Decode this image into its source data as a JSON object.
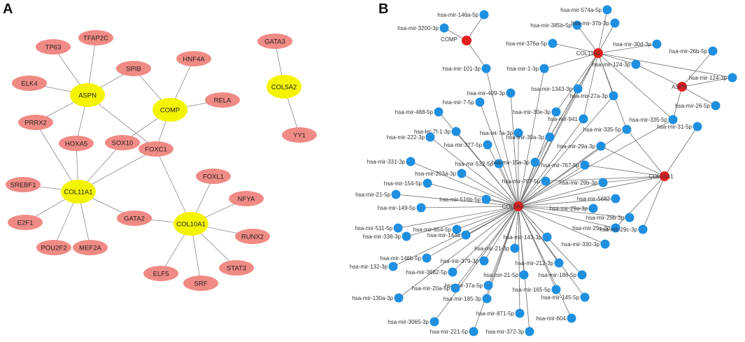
{
  "panels": {
    "a": {
      "letter": "A",
      "hubs": [
        {
          "id": "ASPN",
          "label": "ASPN"
        },
        {
          "id": "COMP",
          "label": "COMP"
        },
        {
          "id": "COL5A2",
          "label": "COL5A2"
        },
        {
          "id": "COL11A1",
          "label": "COL11A1"
        },
        {
          "id": "COL10A1",
          "label": "COL10A1"
        }
      ],
      "tfs": [
        {
          "id": "TP63",
          "label": "TP63"
        },
        {
          "id": "TFAP2C",
          "label": "TFAP2C"
        },
        {
          "id": "SPIB",
          "label": "SPIB"
        },
        {
          "id": "HNF4A",
          "label": "HNF4A"
        },
        {
          "id": "GATA3",
          "label": "GATA3"
        },
        {
          "id": "ELK4",
          "label": "ELK4"
        },
        {
          "id": "RELA",
          "label": "RELA"
        },
        {
          "id": "PRRX2",
          "label": "PRRX2"
        },
        {
          "id": "HOXA5",
          "label": "HOXA5"
        },
        {
          "id": "SOX10",
          "label": "SOX10"
        },
        {
          "id": "FOXC1",
          "label": "FOXC1"
        },
        {
          "id": "YY1",
          "label": "YY1"
        },
        {
          "id": "SREBF1",
          "label": "SREBF1"
        },
        {
          "id": "FOXL1",
          "label": "FOXL1"
        },
        {
          "id": "NFYA",
          "label": "NFYA"
        },
        {
          "id": "E2F1",
          "label": "E2F1"
        },
        {
          "id": "GATA2",
          "label": "GATA2"
        },
        {
          "id": "RUNX2",
          "label": "RUNX2"
        },
        {
          "id": "POU2F2",
          "label": "POU2F2"
        },
        {
          "id": "MEF2A",
          "label": "MEF2A"
        },
        {
          "id": "STAT3",
          "label": "STAT3"
        },
        {
          "id": "ELF5",
          "label": "ELF5"
        },
        {
          "id": "SRF",
          "label": "SRF"
        }
      ],
      "edges": [
        [
          "ASPN",
          "TP63"
        ],
        [
          "ASPN",
          "TFAP2C"
        ],
        [
          "ASPN",
          "SPIB"
        ],
        [
          "ASPN",
          "ELK4"
        ],
        [
          "ASPN",
          "PRRX2"
        ],
        [
          "ASPN",
          "HOXA5"
        ],
        [
          "ASPN",
          "FOXC1"
        ],
        [
          "COMP",
          "SPIB"
        ],
        [
          "COMP",
          "HNF4A"
        ],
        [
          "COMP",
          "RELA"
        ],
        [
          "COMP",
          "SOX10"
        ],
        [
          "COMP",
          "FOXC1"
        ],
        [
          "COL5A2",
          "GATA3"
        ],
        [
          "COL5A2",
          "YY1"
        ],
        [
          "COL11A1",
          "PRRX2"
        ],
        [
          "COL11A1",
          "HOXA5"
        ],
        [
          "COL11A1",
          "SOX10"
        ],
        [
          "COL11A1",
          "FOXC1"
        ],
        [
          "COL11A1",
          "SREBF1"
        ],
        [
          "COL11A1",
          "E2F1"
        ],
        [
          "COL11A1",
          "POU2F2"
        ],
        [
          "COL11A1",
          "MEF2A"
        ],
        [
          "COL11A1",
          "GATA2"
        ],
        [
          "COL10A1",
          "FOXC1"
        ],
        [
          "COL10A1",
          "FOXL1"
        ],
        [
          "COL10A1",
          "NFYA"
        ],
        [
          "COL10A1",
          "GATA2"
        ],
        [
          "COL10A1",
          "RUNX2"
        ],
        [
          "COL10A1",
          "STAT3"
        ],
        [
          "COL10A1",
          "SRF"
        ],
        [
          "COL10A1",
          "ELF5"
        ]
      ]
    },
    "b": {
      "letter": "B",
      "hubs": [
        {
          "id": "COMP",
          "label": "COMP"
        },
        {
          "id": "COL11A1",
          "label": "COL11A1"
        },
        {
          "id": "ASPN",
          "label": "ASPN"
        },
        {
          "id": "COL10A1",
          "label": "COL10A1"
        },
        {
          "id": "COL5A2",
          "label": "COL5A2"
        }
      ],
      "mirnas": [
        {
          "id": "m01",
          "label": "hsa-mir-146a-5p"
        },
        {
          "id": "m02",
          "label": "hsa-mir-574a-5p"
        },
        {
          "id": "m03",
          "label": "hsa-mir-3200-3p"
        },
        {
          "id": "m04",
          "label": "hsa-mir-385b-5p"
        },
        {
          "id": "m05",
          "label": "hsa-mir-37b-3p"
        },
        {
          "id": "m06",
          "label": "hsa-mir-30d-3p"
        },
        {
          "id": "m07",
          "label": "hsa-mir-376a-5p"
        },
        {
          "id": "m08",
          "label": "hsa-mir-26b-5p"
        },
        {
          "id": "m09",
          "label": "hsa-mir-124-3p"
        },
        {
          "id": "m10",
          "label": "hsa-mir-101-3p"
        },
        {
          "id": "m11",
          "label": "hsa-mir-1-3p"
        },
        {
          "id": "m12",
          "label": "hsa-mir-124-3p"
        },
        {
          "id": "m13",
          "label": "hsa-mir-409-3p"
        },
        {
          "id": "m14",
          "label": "hsa-mir-1343-3p"
        },
        {
          "id": "m15",
          "label": "hsa-mir-27a-3p"
        },
        {
          "id": "m16",
          "label": "hsa-mir-7-5p"
        },
        {
          "id": "m17",
          "label": "hsa-mir-26-5p"
        },
        {
          "id": "m18",
          "label": "hsa-mir-488-5p"
        },
        {
          "id": "m19",
          "label": "hsa-mir-30e-3p"
        },
        {
          "id": "m20",
          "label": "hsa-mir-941"
        },
        {
          "id": "m21",
          "label": "hsa-mir-335-5p"
        },
        {
          "id": "m22",
          "label": "hsa-let-7f-1-3p"
        },
        {
          "id": "m23",
          "label": "hsa-let-7a-3p"
        },
        {
          "id": "m24",
          "label": "hsa-mir-335-5p"
        },
        {
          "id": "m25",
          "label": "hsa-mir-31-5p"
        },
        {
          "id": "m26",
          "label": "hsa-mir-222-3p"
        },
        {
          "id": "m27",
          "label": "hsa-mir-377-5p"
        },
        {
          "id": "m28",
          "label": "hsa-mir-30a-3p"
        },
        {
          "id": "m29",
          "label": "hsa-mir-29a-3p"
        },
        {
          "id": "m30",
          "label": "hsa-mir-331-3p"
        },
        {
          "id": "m31",
          "label": "hsa-mir-532-5p"
        },
        {
          "id": "m32",
          "label": "hsa-mir-15a-3p"
        },
        {
          "id": "m33",
          "label": "hsa-mir-767-5p"
        },
        {
          "id": "m34",
          "label": "hsa-mir-203a-3p"
        },
        {
          "id": "m35",
          "label": "hsa-mir-154-5p"
        },
        {
          "id": "m36",
          "label": "hsa-mir-767-5p"
        },
        {
          "id": "m37",
          "label": "hsa-mir-29b-3p"
        },
        {
          "id": "m38",
          "label": "hsa-mir-21-5p"
        },
        {
          "id": "m39",
          "label": "hsa-mir-516b-5p"
        },
        {
          "id": "m40",
          "label": "hsa-mir-5682"
        },
        {
          "id": "m41",
          "label": "hsa-mir-149-5p"
        },
        {
          "id": "m42",
          "label": "hsa-mir-29a-3p"
        },
        {
          "id": "m43",
          "label": "hsa-mir-29b-3p"
        },
        {
          "id": "m44",
          "label": "hsa-mir-511-5p"
        },
        {
          "id": "m45",
          "label": "hsa-mir-654-5p"
        },
        {
          "id": "m46",
          "label": "hsa-mir-29c-3p"
        },
        {
          "id": "m47",
          "label": "hsa-mir-29c-3p"
        },
        {
          "id": "m48",
          "label": "hsa-mir-338-3p"
        },
        {
          "id": "m49",
          "label": "hsa-mir-144a"
        },
        {
          "id": "m50",
          "label": "hsa-mir-143-3p"
        },
        {
          "id": "m51",
          "label": "hsa-mir-330-3p"
        },
        {
          "id": "m52",
          "label": "hsa-mir-21-3p"
        },
        {
          "id": "m53",
          "label": "hsa-mir-146b-5p"
        },
        {
          "id": "m54",
          "label": "hsa-mir-379-3p"
        },
        {
          "id": "m55",
          "label": "hsa-mir-212-3p"
        },
        {
          "id": "m56",
          "label": "hsa-mir-132-3p"
        },
        {
          "id": "m57",
          "label": "hsa-mir-3682-5p"
        },
        {
          "id": "m58",
          "label": "hsa-mir-186-5p"
        },
        {
          "id": "m59",
          "label": "hsa-mir-21-5p"
        },
        {
          "id": "m60",
          "label": "hsa-mir-37a-5p"
        },
        {
          "id": "m61",
          "label": "hsa-mir-20a-5p"
        },
        {
          "id": "m62",
          "label": "hsa-mir-165-5p"
        },
        {
          "id": "m63",
          "label": "hsa-mir-145-5p"
        },
        {
          "id": "m64",
          "label": "hsa-mir-130a-3p"
        },
        {
          "id": "m65",
          "label": "hsa-mir-185-3p"
        },
        {
          "id": "m66",
          "label": "hsa-mir-871-5p"
        },
        {
          "id": "m67",
          "label": "hsa-mir-604"
        },
        {
          "id": "m68",
          "label": "hsa-mir-3065-3p"
        },
        {
          "id": "m69",
          "label": "hsa-mir-221-5p"
        },
        {
          "id": "m70",
          "label": "hsa-mir-372-3p"
        }
      ],
      "edges": [
        [
          "COMP",
          "m01"
        ],
        [
          "COMP",
          "m03"
        ],
        [
          "COMP",
          "m10"
        ],
        [
          "COL11A1",
          "m02"
        ],
        [
          "COL11A1",
          "m04"
        ],
        [
          "COL11A1",
          "m05"
        ],
        [
          "COL11A1",
          "m06"
        ],
        [
          "COL11A1",
          "m07"
        ],
        [
          "COL11A1",
          "m11"
        ],
        [
          "COL11A1",
          "m09"
        ],
        [
          "COL11A1",
          "m14"
        ],
        [
          "COL11A1",
          "m15"
        ],
        [
          "COL11A1",
          "m19"
        ],
        [
          "COL11A1",
          "m20"
        ],
        [
          "COL11A1",
          "m21"
        ],
        [
          "COL11A1",
          "m28"
        ],
        [
          "COL11A1",
          "m32"
        ],
        [
          "COL11A1",
          "m12"
        ],
        [
          "COL11A1",
          "m24"
        ],
        [
          "ASPN",
          "m08"
        ],
        [
          "ASPN",
          "m12"
        ],
        [
          "ASPN",
          "m17"
        ],
        [
          "ASPN",
          "m21"
        ],
        [
          "ASPN",
          "m09"
        ],
        [
          "COL10A1",
          "m24"
        ],
        [
          "COL10A1",
          "m25"
        ],
        [
          "COL10A1",
          "m29"
        ],
        [
          "COL10A1",
          "m33"
        ],
        [
          "COL10A1",
          "m37"
        ],
        [
          "COL10A1",
          "m46"
        ],
        [
          "COL10A1",
          "m47"
        ],
        [
          "COL10A1",
          "m36"
        ],
        [
          "COL5A2",
          "m10"
        ],
        [
          "COL5A2",
          "m11"
        ],
        [
          "COL5A2",
          "m13"
        ],
        [
          "COL5A2",
          "m14"
        ],
        [
          "COL5A2",
          "m15"
        ],
        [
          "COL5A2",
          "m16"
        ],
        [
          "COL5A2",
          "m18"
        ],
        [
          "COL5A2",
          "m19"
        ],
        [
          "COL5A2",
          "m20"
        ],
        [
          "COL5A2",
          "m22"
        ],
        [
          "COL5A2",
          "m23"
        ],
        [
          "COL5A2",
          "m26"
        ],
        [
          "COL5A2",
          "m27"
        ],
        [
          "COL5A2",
          "m28"
        ],
        [
          "COL5A2",
          "m29"
        ],
        [
          "COL5A2",
          "m30"
        ],
        [
          "COL5A2",
          "m31"
        ],
        [
          "COL5A2",
          "m32"
        ],
        [
          "COL5A2",
          "m33"
        ],
        [
          "COL5A2",
          "m34"
        ],
        [
          "COL5A2",
          "m35"
        ],
        [
          "COL5A2",
          "m36"
        ],
        [
          "COL5A2",
          "m37"
        ],
        [
          "COL5A2",
          "m38"
        ],
        [
          "COL5A2",
          "m39"
        ],
        [
          "COL5A2",
          "m40"
        ],
        [
          "COL5A2",
          "m41"
        ],
        [
          "COL5A2",
          "m42"
        ],
        [
          "COL5A2",
          "m43"
        ],
        [
          "COL5A2",
          "m44"
        ],
        [
          "COL5A2",
          "m45"
        ],
        [
          "COL5A2",
          "m46"
        ],
        [
          "COL5A2",
          "m48"
        ],
        [
          "COL5A2",
          "m49"
        ],
        [
          "COL5A2",
          "m50"
        ],
        [
          "COL5A2",
          "m51"
        ],
        [
          "COL5A2",
          "m52"
        ],
        [
          "COL5A2",
          "m53"
        ],
        [
          "COL5A2",
          "m54"
        ],
        [
          "COL5A2",
          "m55"
        ],
        [
          "COL5A2",
          "m56"
        ],
        [
          "COL5A2",
          "m57"
        ],
        [
          "COL5A2",
          "m58"
        ],
        [
          "COL5A2",
          "m59"
        ],
        [
          "COL5A2",
          "m60"
        ],
        [
          "COL5A2",
          "m61"
        ],
        [
          "COL5A2",
          "m62"
        ],
        [
          "COL5A2",
          "m63"
        ],
        [
          "COL5A2",
          "m64"
        ],
        [
          "COL5A2",
          "m65"
        ],
        [
          "COL5A2",
          "m66"
        ],
        [
          "COL5A2",
          "m67"
        ],
        [
          "COL5A2",
          "m68"
        ],
        [
          "COL5A2",
          "m69"
        ],
        [
          "COL5A2",
          "m70"
        ],
        [
          "COL5A2",
          "m21"
        ],
        [
          "COL5A2",
          "m24"
        ],
        [
          "COL5A2",
          "COL10A1"
        ],
        [
          "COL5A2",
          "COL11A1"
        ]
      ]
    }
  },
  "colors": {
    "tf_node": "#f08a84",
    "hub_node_a": "#f4f400",
    "mirna_node": "#1f8fe0",
    "hub_node_b": "#e61e1e",
    "edge": "#8a8a8a"
  }
}
